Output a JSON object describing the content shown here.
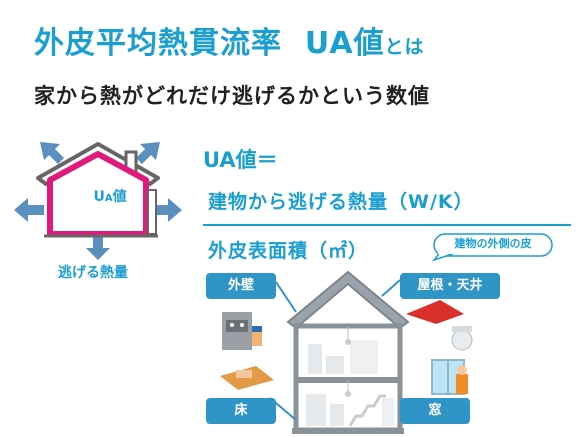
{
  "header": {
    "title": "外皮平均熱貫流率",
    "title_ua": "UA値",
    "title_suffix": "とは",
    "subtitle": "家から熱がどれだけ逃げるかという数値"
  },
  "formula": {
    "head": "UA値＝",
    "numerator": "建物から逃げる熱量（W/K）",
    "denominator": "外皮表面積（㎡）",
    "bubble": "建物の外側の皮"
  },
  "left_house": {
    "label_u": "U",
    "label_a": "A",
    "label_suffix": "値",
    "caption": "逃げる熱量"
  },
  "diagram_tags": {
    "wall": "外壁",
    "roof": "屋根・天井",
    "floor": "床",
    "window": "窓"
  },
  "colors": {
    "accent": "#1a9fd0",
    "house_outline": "#e0197d",
    "arrow": "#5b8fc0",
    "tag_bg": "#2e95c6",
    "roof_red": "#d9302c"
  }
}
